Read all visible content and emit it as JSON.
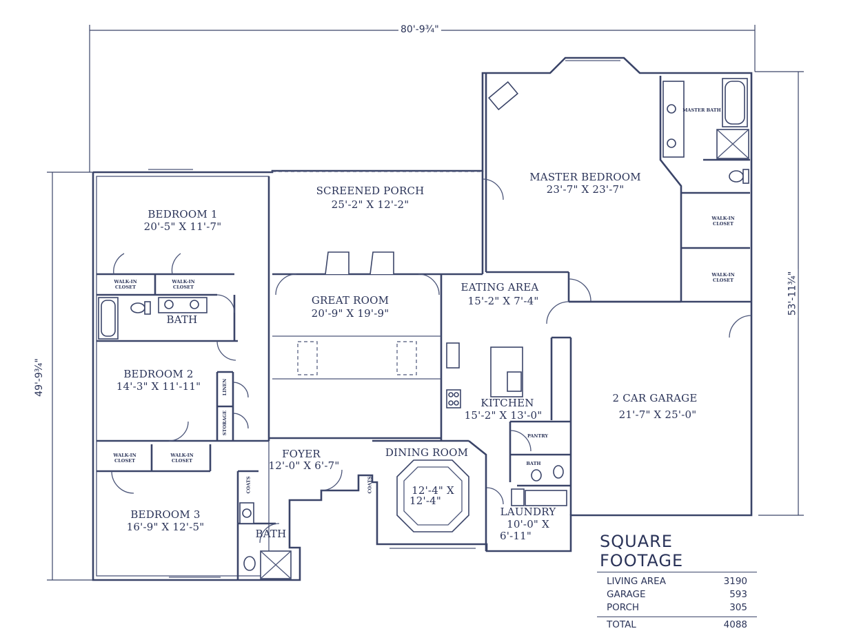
{
  "dimensions": {
    "overall_width": "80'-9¾\"",
    "left_depth": "49'-9¾\"",
    "right_depth": "53'-11¾\""
  },
  "rooms": {
    "bedroom1": {
      "name": "BEDROOM 1",
      "size": "20'-5\" X 11'-7\""
    },
    "bedroom2": {
      "name": "BEDROOM 2",
      "size": "14'-3\" X 11'-11\""
    },
    "bedroom3": {
      "name": "BEDROOM 3",
      "size": "16'-9\" X 12'-5\""
    },
    "screened_porch": {
      "name": "SCREENED PORCH",
      "size": "25'-2\" X 12'-2\""
    },
    "master_bedroom": {
      "name": "MASTER BEDROOM",
      "size": "23'-7\" X 23'-7\""
    },
    "great_room": {
      "name": "GREAT ROOM",
      "size": "20'-9\" X 19'-9\""
    },
    "eating_area": {
      "name": "EATING AREA",
      "size": "15'-2\" X 7'-4\""
    },
    "kitchen": {
      "name": "KITCHEN",
      "size": "15'-2\" X 13'-0\""
    },
    "garage": {
      "name": "2 CAR GARAGE",
      "size": "21'-7\" X 25'-0\""
    },
    "foyer": {
      "name": "FOYER",
      "size": "12'-0\" X 6'-7\""
    },
    "dining_room": {
      "name": "DINING ROOM",
      "size_line1": "12'-4\" X",
      "size_line2": "12'-4\""
    },
    "laundry": {
      "name": "LAUNDRY",
      "size_line1": "10'-0\" X",
      "size_line2": "6'-11\""
    },
    "bath_hall": {
      "name": "BATH"
    },
    "bath_lower": {
      "name": "BATH"
    }
  },
  "small_labels": {
    "walk_in_closet_a": "WALK-IN CLOSET",
    "walk_in_closet_b": "WALK-IN CLOSET",
    "walk_in_closet_c": "WALK-IN CLOSET",
    "walk_in_closet_d": "WALK-IN CLOSET",
    "walk_in_closet_e": "WALK-IN CLOSET",
    "walk_in_closet_f": "WALK-IN CLOSET",
    "master_bath": "MASTER BATH",
    "pantry": "PANTRY",
    "bath_small": "BATH",
    "linen": "LINEN",
    "storage": "STORAGE",
    "coats_a": "COATS",
    "coats_b": "COATS"
  },
  "square_footage": {
    "title": "SQUARE FOOTAGE",
    "rows": [
      {
        "label": "LIVING AREA",
        "value": "3190"
      },
      {
        "label": "GARAGE",
        "value": "593"
      },
      {
        "label": "PORCH",
        "value": "305"
      }
    ],
    "total": {
      "label": "TOTAL",
      "value": "4088"
    }
  }
}
